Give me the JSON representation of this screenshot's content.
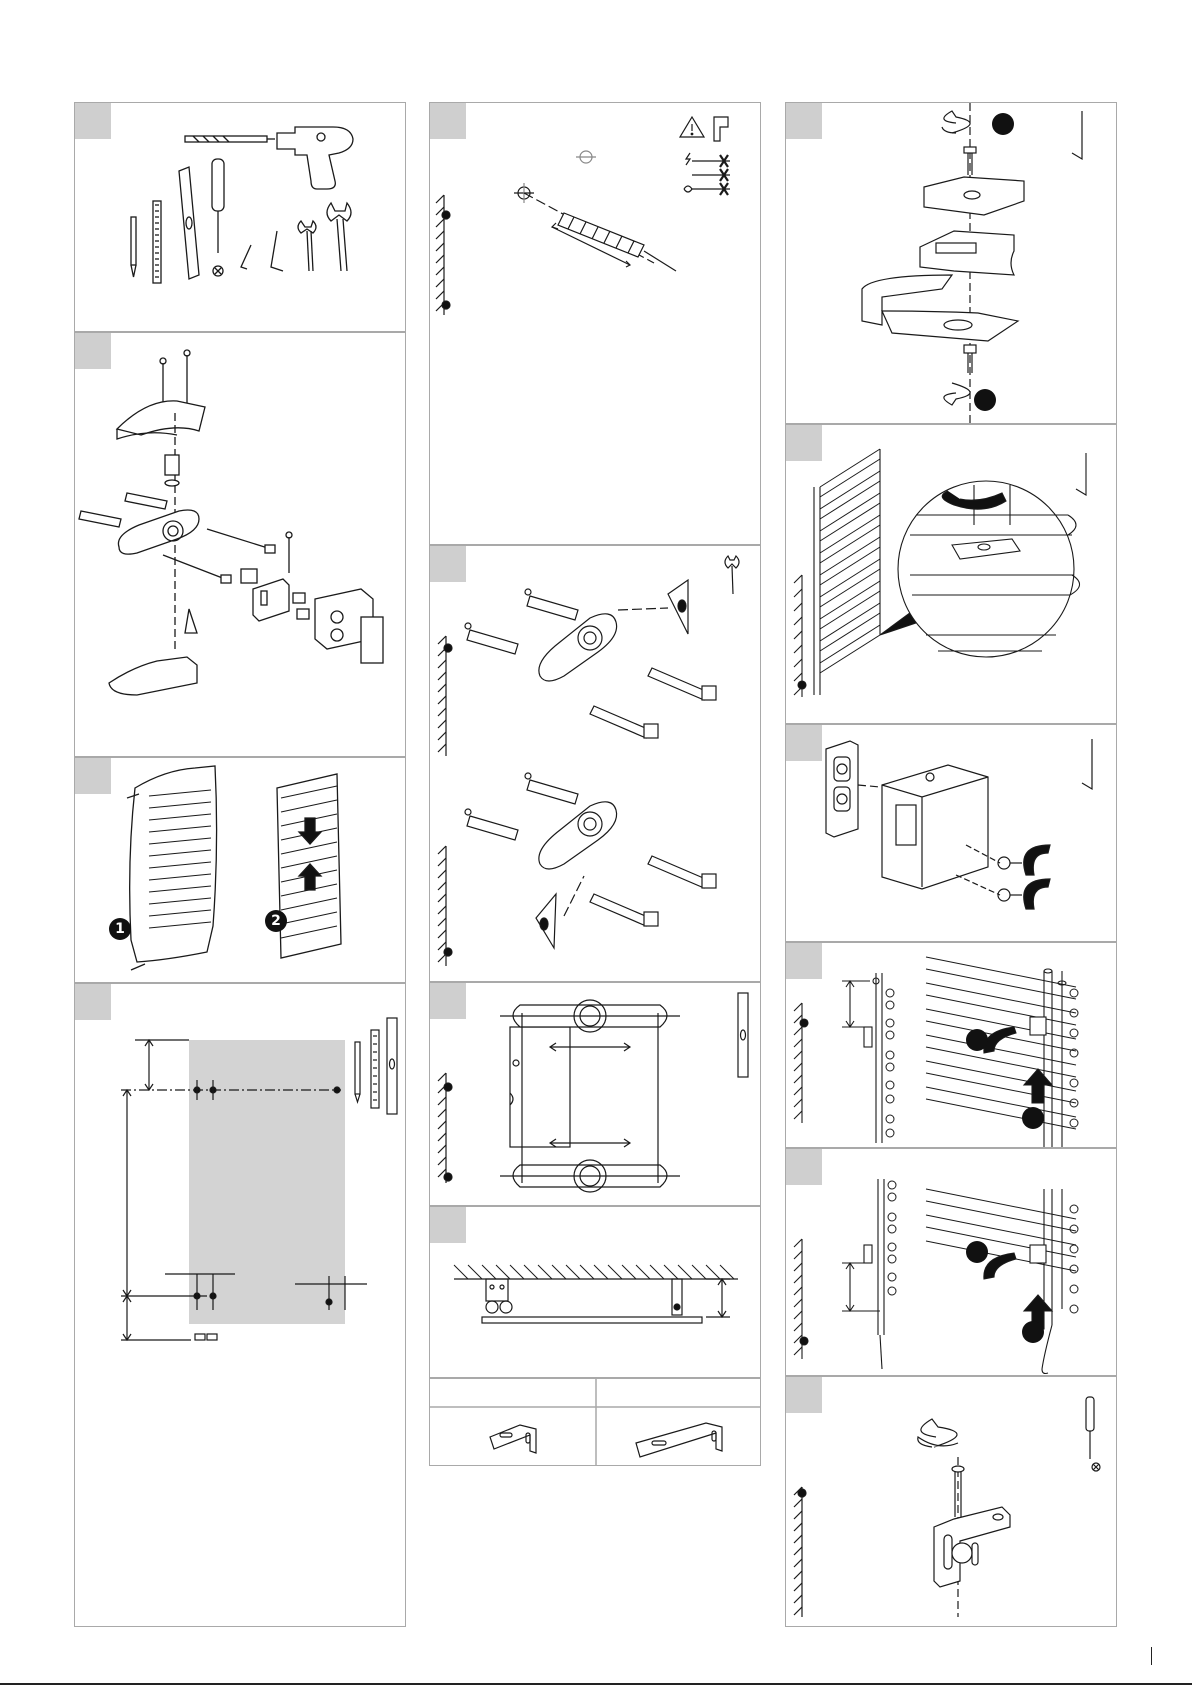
{
  "page": {
    "title": "",
    "page_number": ""
  },
  "columns": [
    {
      "id": "left",
      "steps": [
        {
          "name": "tools",
          "icons": [
            "drill-bit-icon",
            "drill-icon",
            "pencil-icon",
            "tape-measure-icon",
            "spirit-level-icon",
            "screwdriver-icon",
            "allen-key-small-icon",
            "allen-key-large-icon",
            "spanner-small-icon",
            "spanner-large-icon"
          ]
        },
        {
          "name": "bracket-exploded-view",
          "icons": [
            "cover-icon",
            "screw-icon",
            "wall-plug-icon",
            "bracket-base-icon",
            "clamp-icon"
          ]
        },
        {
          "name": "unpack",
          "markers": [
            "1",
            "2"
          ],
          "icons": [
            "radiator-wrapped-icon",
            "radiator-unwrap-icon",
            "arrow-down-icon",
            "arrow-up-icon"
          ]
        },
        {
          "name": "measure",
          "icons": [
            "pencil-icon",
            "tape-measure-icon",
            "spirit-level-icon"
          ]
        }
      ]
    },
    {
      "id": "middle",
      "steps": [
        {
          "name": "drill-holes",
          "icons": [
            "warning-icon",
            "drill-icon",
            "no-electric-icon",
            "no-gas-icon",
            "no-water-icon",
            "drill-bit-icon"
          ]
        },
        {
          "name": "fix-wall-brackets",
          "icons": [
            "spanner-icon",
            "eye-icon",
            "wall-plug-icon",
            "screw-icon"
          ]
        },
        {
          "name": "level-brackets",
          "icons": [
            "spirit-level-icon",
            "arrow-double-icon"
          ]
        },
        {
          "name": "wall-distance",
          "icons": [
            "wall-icon",
            "radiator-topview-icon"
          ]
        },
        {
          "name": "bracket-options",
          "icons": [
            "short-bracket-icon",
            "long-bracket-icon"
          ]
        }
      ]
    },
    {
      "id": "right",
      "steps": [
        {
          "name": "clamp-assembly",
          "markers": [
            "",
            ""
          ],
          "icons": [
            "allen-key-icon",
            "rotate-icon",
            "clamp-icon",
            "bracket-icon"
          ]
        },
        {
          "name": "hook-radiator",
          "icons": [
            "allen-key-icon",
            "radiator-icon",
            "magnify-icon",
            "rotate-icon"
          ]
        },
        {
          "name": "fit-caps",
          "icons": [
            "allen-key-icon",
            "cap-icon",
            "screw-icon",
            "rotate-icon"
          ]
        },
        {
          "name": "hang-top",
          "markers": [
            "",
            ""
          ],
          "icons": [
            "radiator-icon",
            "arrow-up-icon",
            "rotate-icon"
          ]
        },
        {
          "name": "hang-bottom",
          "markers": [
            "",
            ""
          ],
          "icons": [
            "radiator-icon",
            "arrow-up-icon",
            "rotate-icon"
          ]
        },
        {
          "name": "secure-screw",
          "icons": [
            "screwdriver-icon",
            "rotate-icon",
            "bracket-icon"
          ]
        }
      ]
    }
  ],
  "colors": {
    "panel_border": "#a9a9a9",
    "tab_fill": "#cfcfcf",
    "shade_fill": "#d3d3d3",
    "line": "#1a1a1a"
  }
}
